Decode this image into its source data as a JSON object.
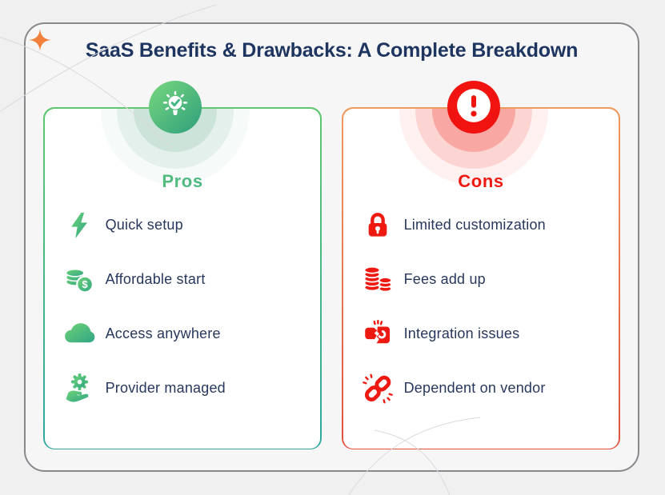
{
  "page": {
    "title": "SaaS Benefits & Drawbacks: A Complete Breakdown",
    "background_color": "#f0f0f1",
    "title_color": "#1e3560",
    "sparkle_color": "#f2813c"
  },
  "pros": {
    "label": "Pros",
    "badge_icon": "lightbulb-check-icon",
    "accent_gradient": [
      "#5fc76f",
      "#2ea69e"
    ],
    "label_gradient": [
      "#6fcf76",
      "#2fa68b"
    ],
    "items": [
      {
        "icon": "lightning-icon",
        "label": "Quick setup"
      },
      {
        "icon": "coins-dollar-icon",
        "label": "Affordable start"
      },
      {
        "icon": "cloud-icon",
        "label": "Access anywhere"
      },
      {
        "icon": "gear-hand-icon",
        "label": "Provider managed"
      }
    ]
  },
  "cons": {
    "label": "Cons",
    "badge_icon": "alert-exclamation-icon",
    "accent_gradient": [
      "#ee9b5e",
      "#e4503e"
    ],
    "accent_color": "#ee1a12",
    "items": [
      {
        "icon": "lock-icon",
        "label": "Limited customization"
      },
      {
        "icon": "coin-stacks-icon",
        "label": "Fees add up"
      },
      {
        "icon": "puzzle-conflict-icon",
        "label": "Integration issues"
      },
      {
        "icon": "broken-chain-icon",
        "label": "Dependent on vendor"
      }
    ]
  },
  "text_color": "#27375d"
}
